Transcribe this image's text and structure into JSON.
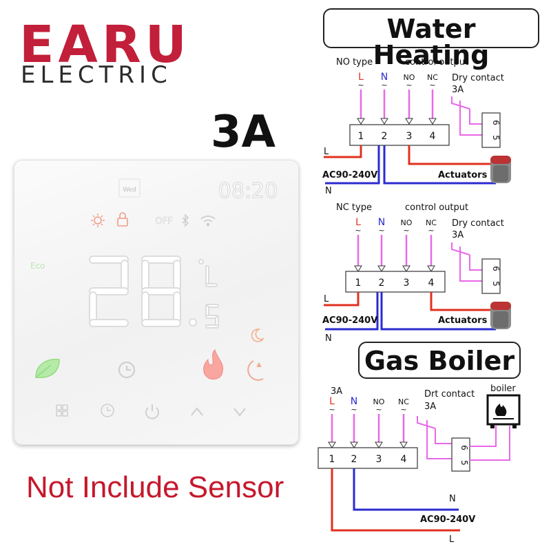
{
  "brand": {
    "name": "EARU",
    "subtitle": "ELECTRIC",
    "color": "#c21f3a"
  },
  "rating": "3A",
  "thermostat": {
    "day": "Wed",
    "clock": "08:20",
    "off": "OFF",
    "temperature": "28",
    "decimal": ".5",
    "unit": "°C",
    "eco": "Eco"
  },
  "footer_note": "Not Include Sensor",
  "water_heating": {
    "title": "Water Heating",
    "diagrams": [
      {
        "type_label": "NO type",
        "output_label": "control  output",
        "dry_label": "Dry contact",
        "dry_amp": "3A",
        "actuator": "Actuators",
        "voltage": "AC90-240V",
        "l": "L",
        "n": "N"
      },
      {
        "type_label": "NC type",
        "output_label": "control  output",
        "dry_label": "Dry contact",
        "dry_amp": "3A",
        "actuator": "Actuators",
        "voltage": "AC90-240V",
        "l": "L",
        "n": "N"
      }
    ]
  },
  "gas_boiler": {
    "title": "Gas Boiler",
    "amp": "3A",
    "dry_label": "Drt contact",
    "dry_amp": "3A",
    "boiler_label": "boiler",
    "n": "N",
    "voltage": "AC90-240V",
    "l": "L"
  },
  "terminals": {
    "labels": [
      "L",
      "N",
      "NO",
      "NC"
    ],
    "numbers": [
      "1",
      "2",
      "3",
      "4"
    ],
    "relay": [
      "6",
      "5"
    ],
    "tilde": "~"
  },
  "colors": {
    "live": "#e0301e",
    "neutral": "#2a2ad0",
    "signal": "#e868e8",
    "red_text": "#c5182c"
  }
}
